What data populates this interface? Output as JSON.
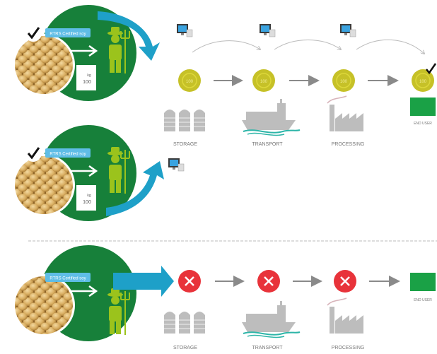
{
  "colors": {
    "green_dark": "#17803a",
    "green_mid": "#2aa84a",
    "farmer_green": "#9bc31c",
    "arrow_teal": "#1ea0c8",
    "coin_gold": "#c6c128",
    "coin_inner": "#ddd83a",
    "red_x": "#e8333a",
    "gray_icon": "#bdbdbd",
    "gray_arrow": "#8a8a8a",
    "divider": "#bbbbbb"
  },
  "producers": [
    {
      "badge": "RTRS Certified soy",
      "tag_top": "kg",
      "tag_value": "100",
      "certified": true
    },
    {
      "badge": "RTRS Certified soy",
      "tag_top": "kg",
      "tag_value": "100",
      "certified": true
    },
    {
      "badge": "RTRS Certified soy",
      "certified": false
    }
  ],
  "coin_label": "100",
  "chain_rows": [
    {
      "stage_labels": [
        "STORAGE",
        "TRANSPORT",
        "PROCESSING"
      ],
      "end_label": "END USER",
      "marker": "certificate-coin",
      "end_check": true
    },
    {
      "stage_labels": [
        "STORAGE",
        "TRANSPORT",
        "PROCESSING"
      ],
      "end_label": "END USER",
      "marker": "red-x",
      "end_check": false
    }
  ],
  "icons": [
    "check-icon",
    "soybeans-icon",
    "farmer-icon",
    "computer-icon",
    "storage-silos-icon",
    "cargo-ship-icon",
    "factory-icon",
    "coin-icon",
    "x-icon",
    "end-user-product-icon"
  ]
}
